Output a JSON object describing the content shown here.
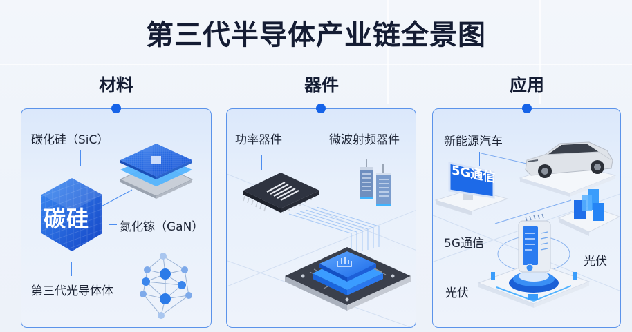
{
  "title": "第三代半导体产业链全景图",
  "columns": [
    {
      "heading": "材料",
      "labels": {
        "sic": "碳化硅（SiC）",
        "gan": "氮化镓（GaN）",
        "third_gen": "第三代光导体体",
        "cube_text": "碳硅"
      }
    },
    {
      "heading": "器件",
      "labels": {
        "power": "功率器件",
        "rf": "微波射频器件"
      }
    },
    {
      "heading": "应用",
      "labels": {
        "ev": "新能源汽车",
        "screen_text": "5G通信",
        "fiveg": "5G通信",
        "pv_right": "光伏",
        "pv_left": "光伏"
      }
    }
  ],
  "colors": {
    "accent": "#1663e8",
    "panel_border": "#5b93ea",
    "title": "#141c33"
  }
}
